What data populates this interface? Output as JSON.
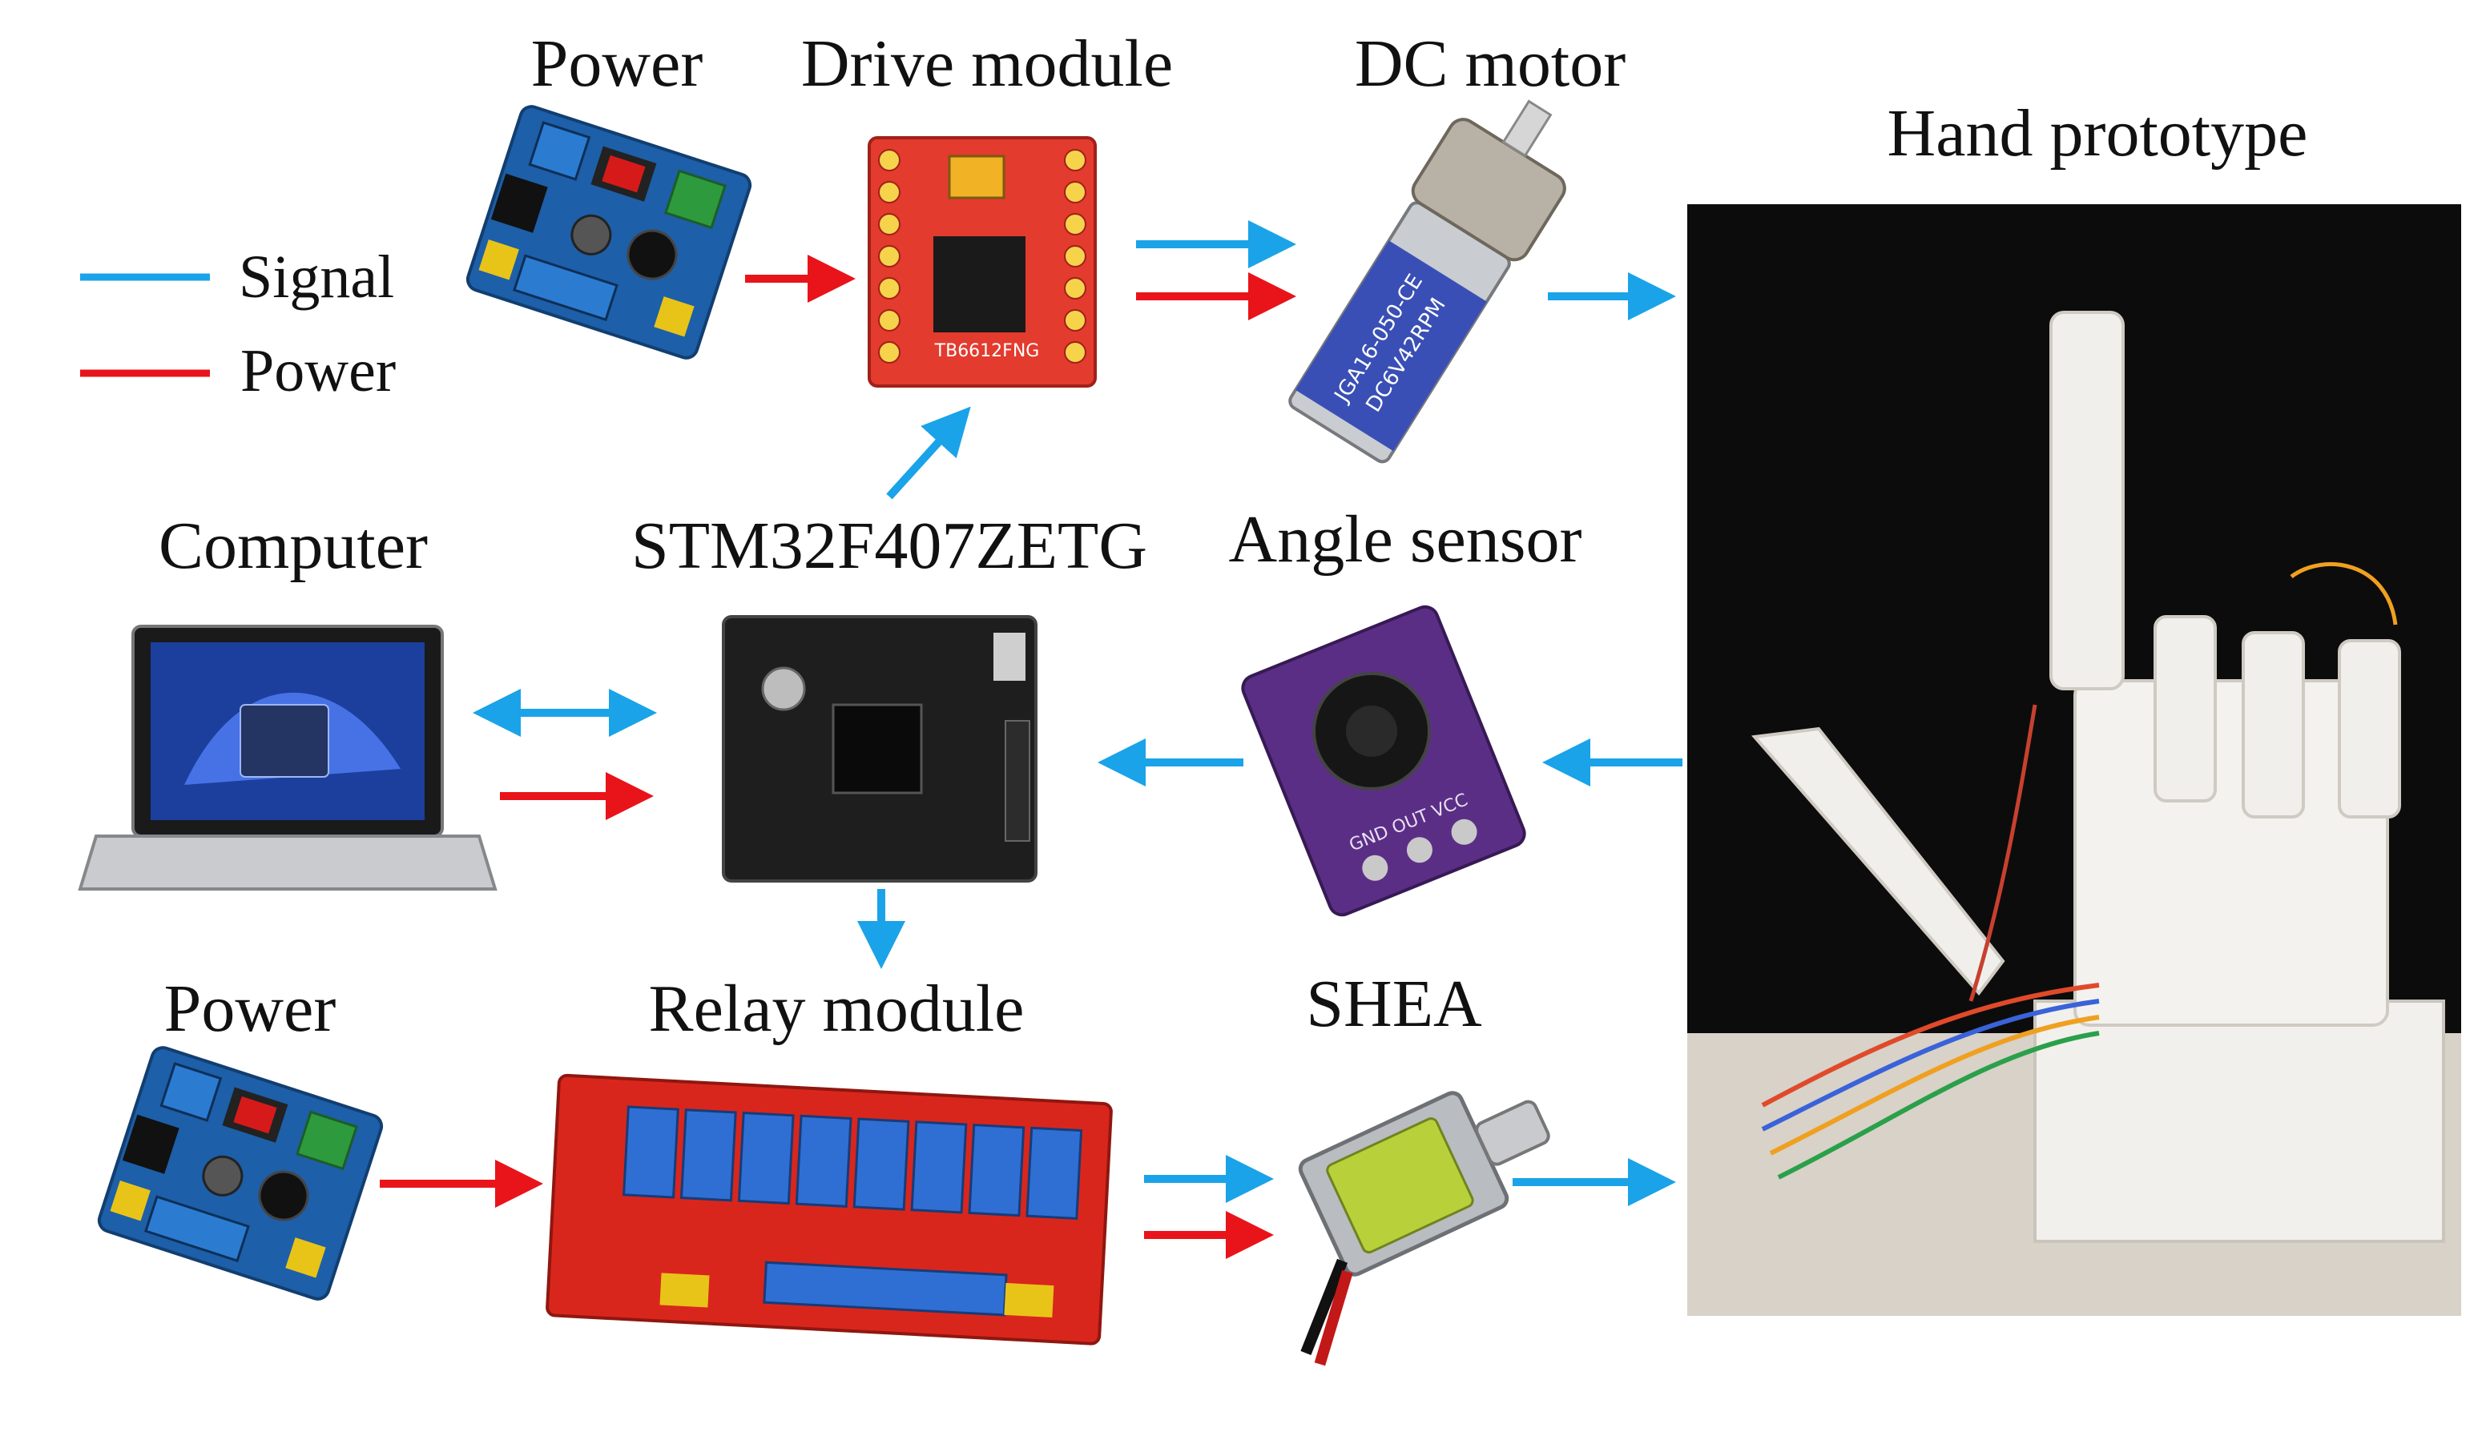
{
  "legend": {
    "signal": {
      "label": "Signal",
      "color": "#1aa3e8"
    },
    "power": {
      "label": "Power",
      "color": "#e8141a"
    }
  },
  "labels": {
    "power_top": "Power",
    "drive_module": "Drive module",
    "dc_motor": "DC motor",
    "hand_prototype": "Hand prototype",
    "computer": "Computer",
    "mcu": "STM32F407ZETG",
    "angle_sensor": "Angle sensor",
    "power_bottom": "Power",
    "relay_module": "Relay module",
    "shea": "SHEA"
  },
  "board_text": {
    "drive_chip": "TB6612FNG",
    "motor_model": "JGA16-050-CE",
    "motor_rpm": "DC6V42RPM",
    "sensor_pins": "GND OUT VCC"
  },
  "icons": {
    "power_top": "power-supply-board",
    "drive_module": "motor-driver-board",
    "dc_motor": "geared-dc-motor",
    "hand_prototype": "robotic-hand-photo",
    "computer": "laptop",
    "mcu": "stm32-dev-board",
    "angle_sensor": "rotary-angle-sensor",
    "power_bottom": "power-supply-board",
    "relay_module": "8-channel-relay-board",
    "shea": "solenoid-actuator"
  }
}
